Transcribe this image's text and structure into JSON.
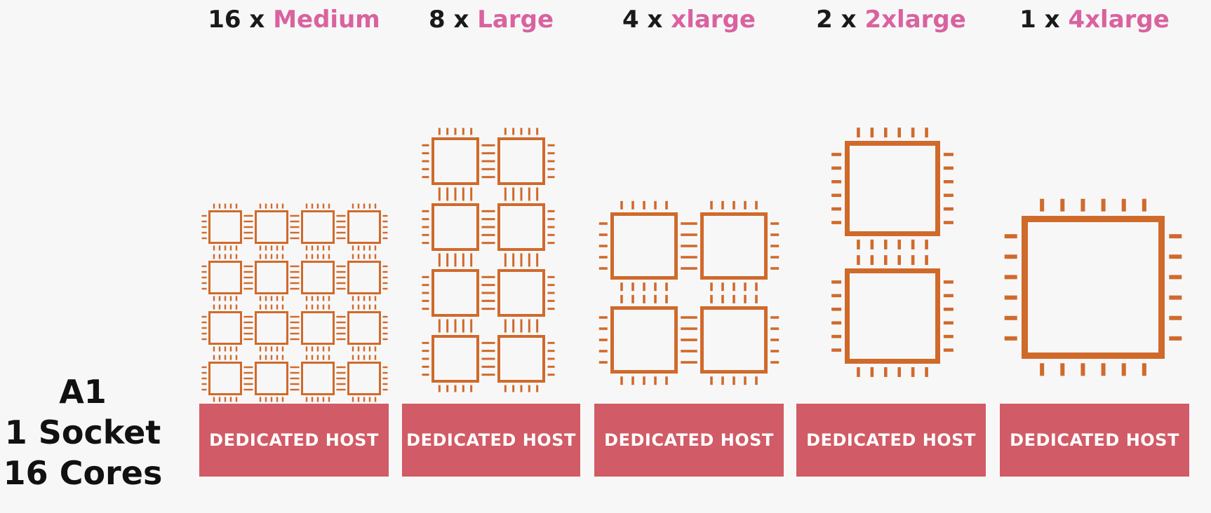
{
  "side": {
    "name": "A1",
    "sockets": "1 Socket",
    "cores": "16 Cores"
  },
  "columns": [
    {
      "count": "16 x",
      "size": "Medium",
      "host": "DEDICATED HOST"
    },
    {
      "count": "8 x",
      "size": "Large",
      "host": "DEDICATED HOST"
    },
    {
      "count": "4 x",
      "size": "xlarge",
      "host": "DEDICATED HOST"
    },
    {
      "count": "2 x",
      "size": "2xlarge",
      "host": "DEDICATED HOST"
    },
    {
      "count": "1 x",
      "size": "4xlarge",
      "host": "DEDICATED HOST"
    }
  ],
  "colors": {
    "chip": "#d06a2b",
    "host": "#d15b66",
    "size_text": "#d9629f"
  },
  "icon": "cpu-chip-icon"
}
